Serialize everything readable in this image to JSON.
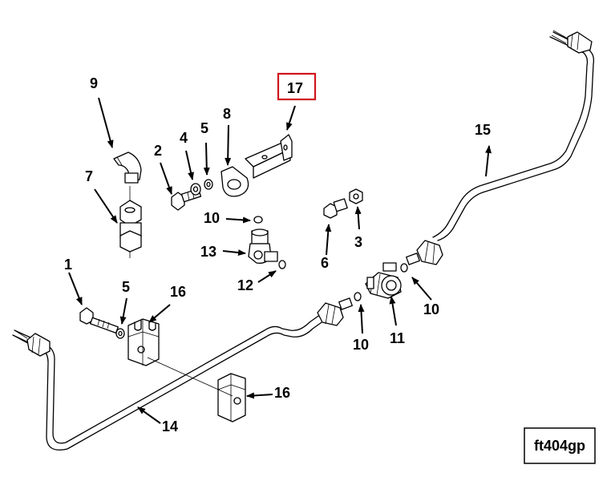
{
  "callouts": {
    "c1": "1",
    "c2": "2",
    "c3": "3",
    "c4": "4",
    "c5a": "5",
    "c5b": "5",
    "c6": "6",
    "c7": "7",
    "c8": "8",
    "c9": "9",
    "c10a": "10",
    "c10b": "10",
    "c10c": "10",
    "c11": "11",
    "c12": "12",
    "c13": "13",
    "c14": "14",
    "c15": "15",
    "c16a": "16",
    "c16b": "16",
    "c17": "17"
  },
  "highlighted_callout": "17",
  "highlight_color": "#d0141c",
  "figure_id": "ft404gp"
}
